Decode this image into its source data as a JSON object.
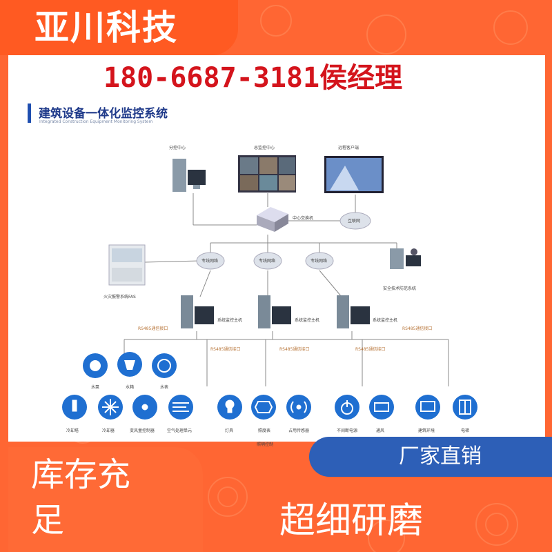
{
  "brand": {
    "name": "亚川科技"
  },
  "contact": {
    "phone": "180-6687-3181侯经理"
  },
  "diagram": {
    "title": "建筑设备一体化监控系统",
    "subtitle": "Integrated Construction Equipment Monitoring System",
    "top_nodes": [
      {
        "label": "分控中心"
      },
      {
        "label": "总监控中心"
      },
      {
        "label": "远程客户端"
      }
    ],
    "center_switch": "中心交换机",
    "internet": "互联网",
    "networks": [
      "专线网络",
      "专线网络",
      "专线网络"
    ],
    "fire_system": "火灾报警系统FAS",
    "security_system": "安全技术防范系统",
    "hosts": [
      "系统监控主机",
      "系统监控主机",
      "系统监控主机"
    ],
    "rs485": "RS485通信接口",
    "device_icons": [
      {
        "name": "水泵",
        "icon": "pump-icon"
      },
      {
        "name": "水箱",
        "icon": "tank-icon"
      },
      {
        "name": "水表",
        "icon": "meter-icon"
      },
      {
        "name": "冷却塔",
        "icon": "thermo-icon"
      },
      {
        "name": "冷却器",
        "icon": "snow-icon"
      },
      {
        "name": "变风量控制器",
        "icon": "fan-icon"
      },
      {
        "name": "空气处理单元",
        "icon": "wind-icon"
      },
      {
        "name": "灯具",
        "icon": "bulb-icon"
      },
      {
        "name": "照度表",
        "icon": "hex-icon"
      },
      {
        "name": "占用传感器",
        "icon": "signal-icon"
      },
      {
        "name": "不间断电源",
        "icon": "power-icon"
      },
      {
        "name": "通风",
        "icon": "vent-icon"
      },
      {
        "name": "建筑环境",
        "icon": "monitor-icon"
      },
      {
        "name": "电梯",
        "icon": "elevator-icon"
      }
    ],
    "lighting_group": "照明控制"
  },
  "badges": {
    "stock": "库存充足",
    "factory": "厂家直销",
    "grind": "超细研磨"
  },
  "colors": {
    "orange": "#ff6633",
    "blue": "#2d5fb7",
    "red": "#d4141c",
    "icon_blue": "#1f6fd1"
  }
}
